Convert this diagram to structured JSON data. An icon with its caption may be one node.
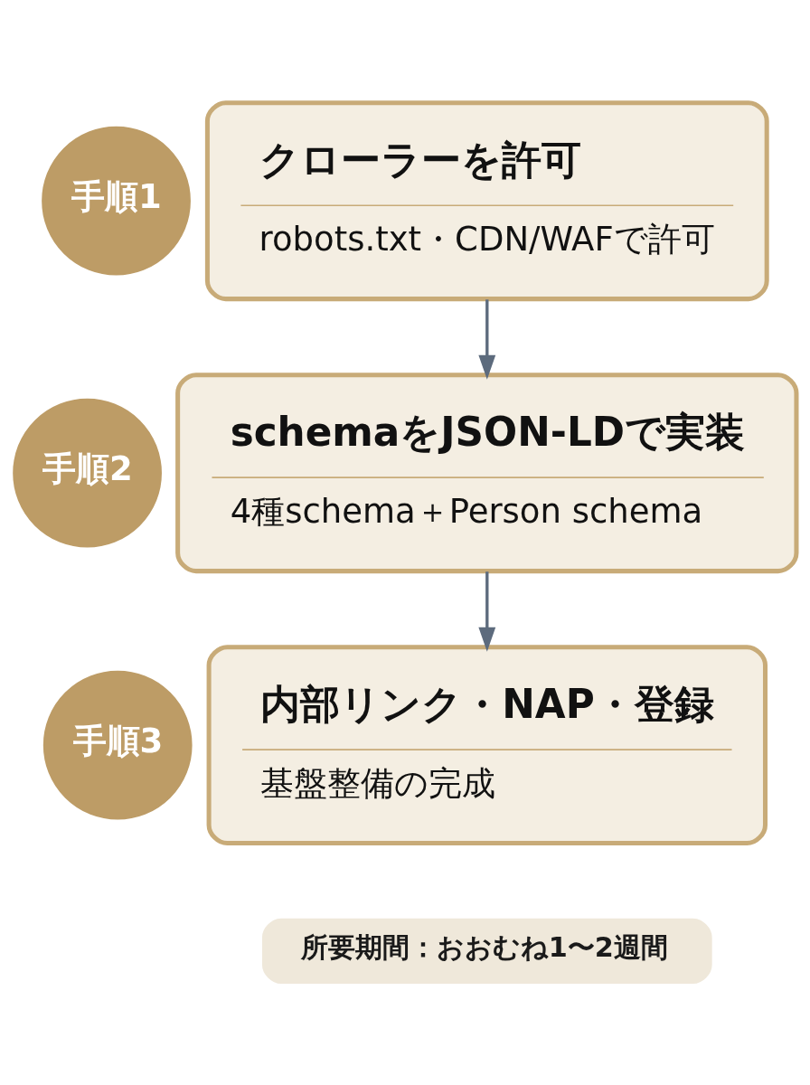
{
  "diagram": {
    "nodes": [
      {
        "text": [
          "手順1"
        ]
      },
      {
        "text": [
          "クローラーを許可",
          "robots.txt・CDN/WAFで許可"
        ]
      },
      {
        "text": [
          "手順2"
        ]
      },
      {
        "text": [
          "schemaをJSON-LDで実装",
          "4種schema＋Person schema"
        ]
      },
      {
        "text": [
          "手順3"
        ]
      },
      {
        "text": [
          "内部リンク・NAP・登録",
          "基盤整備の完成"
        ]
      },
      {
        "text": [
          "所要期間：おおむね1〜2週間"
        ]
      }
    ],
    "edges": [
      {
        "from": 1,
        "to": 3,
        "arrow": "to"
      },
      {
        "from": 3,
        "to": 5,
        "arrow": "to"
      }
    ]
  }
}
